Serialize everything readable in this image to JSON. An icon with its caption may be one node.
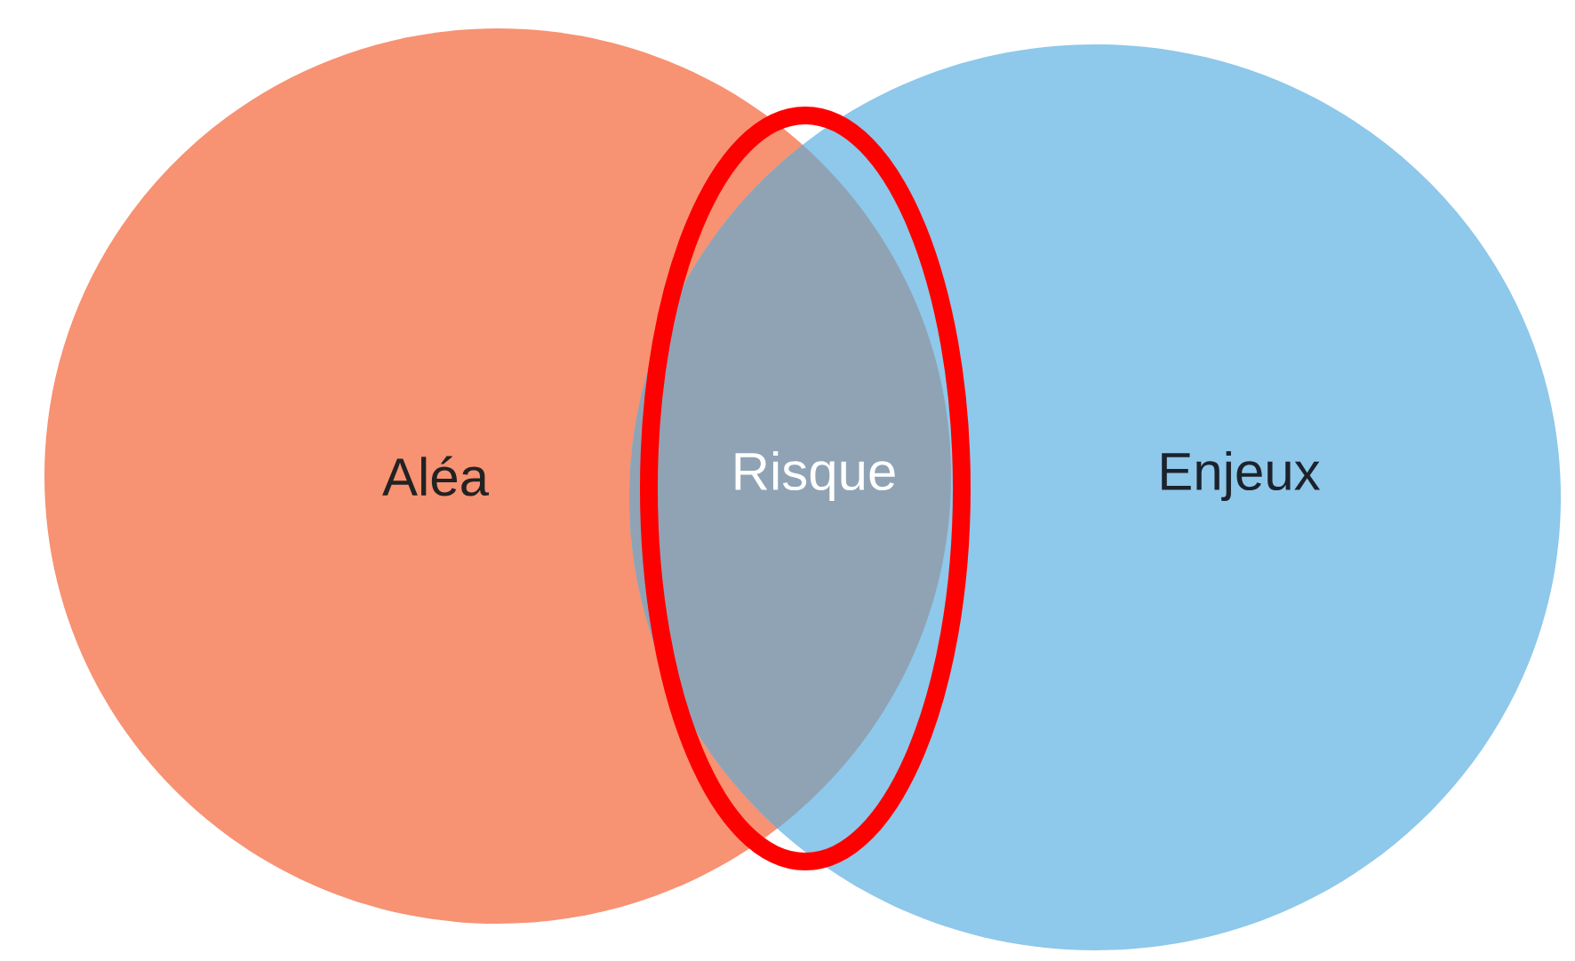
{
  "diagram": {
    "nodes": [
      {
        "text": [
          "Aléa"
        ]
      },
      {
        "text": [
          "Risque"
        ]
      },
      {
        "text": [
          "Enjeux"
        ]
      }
    ]
  }
}
